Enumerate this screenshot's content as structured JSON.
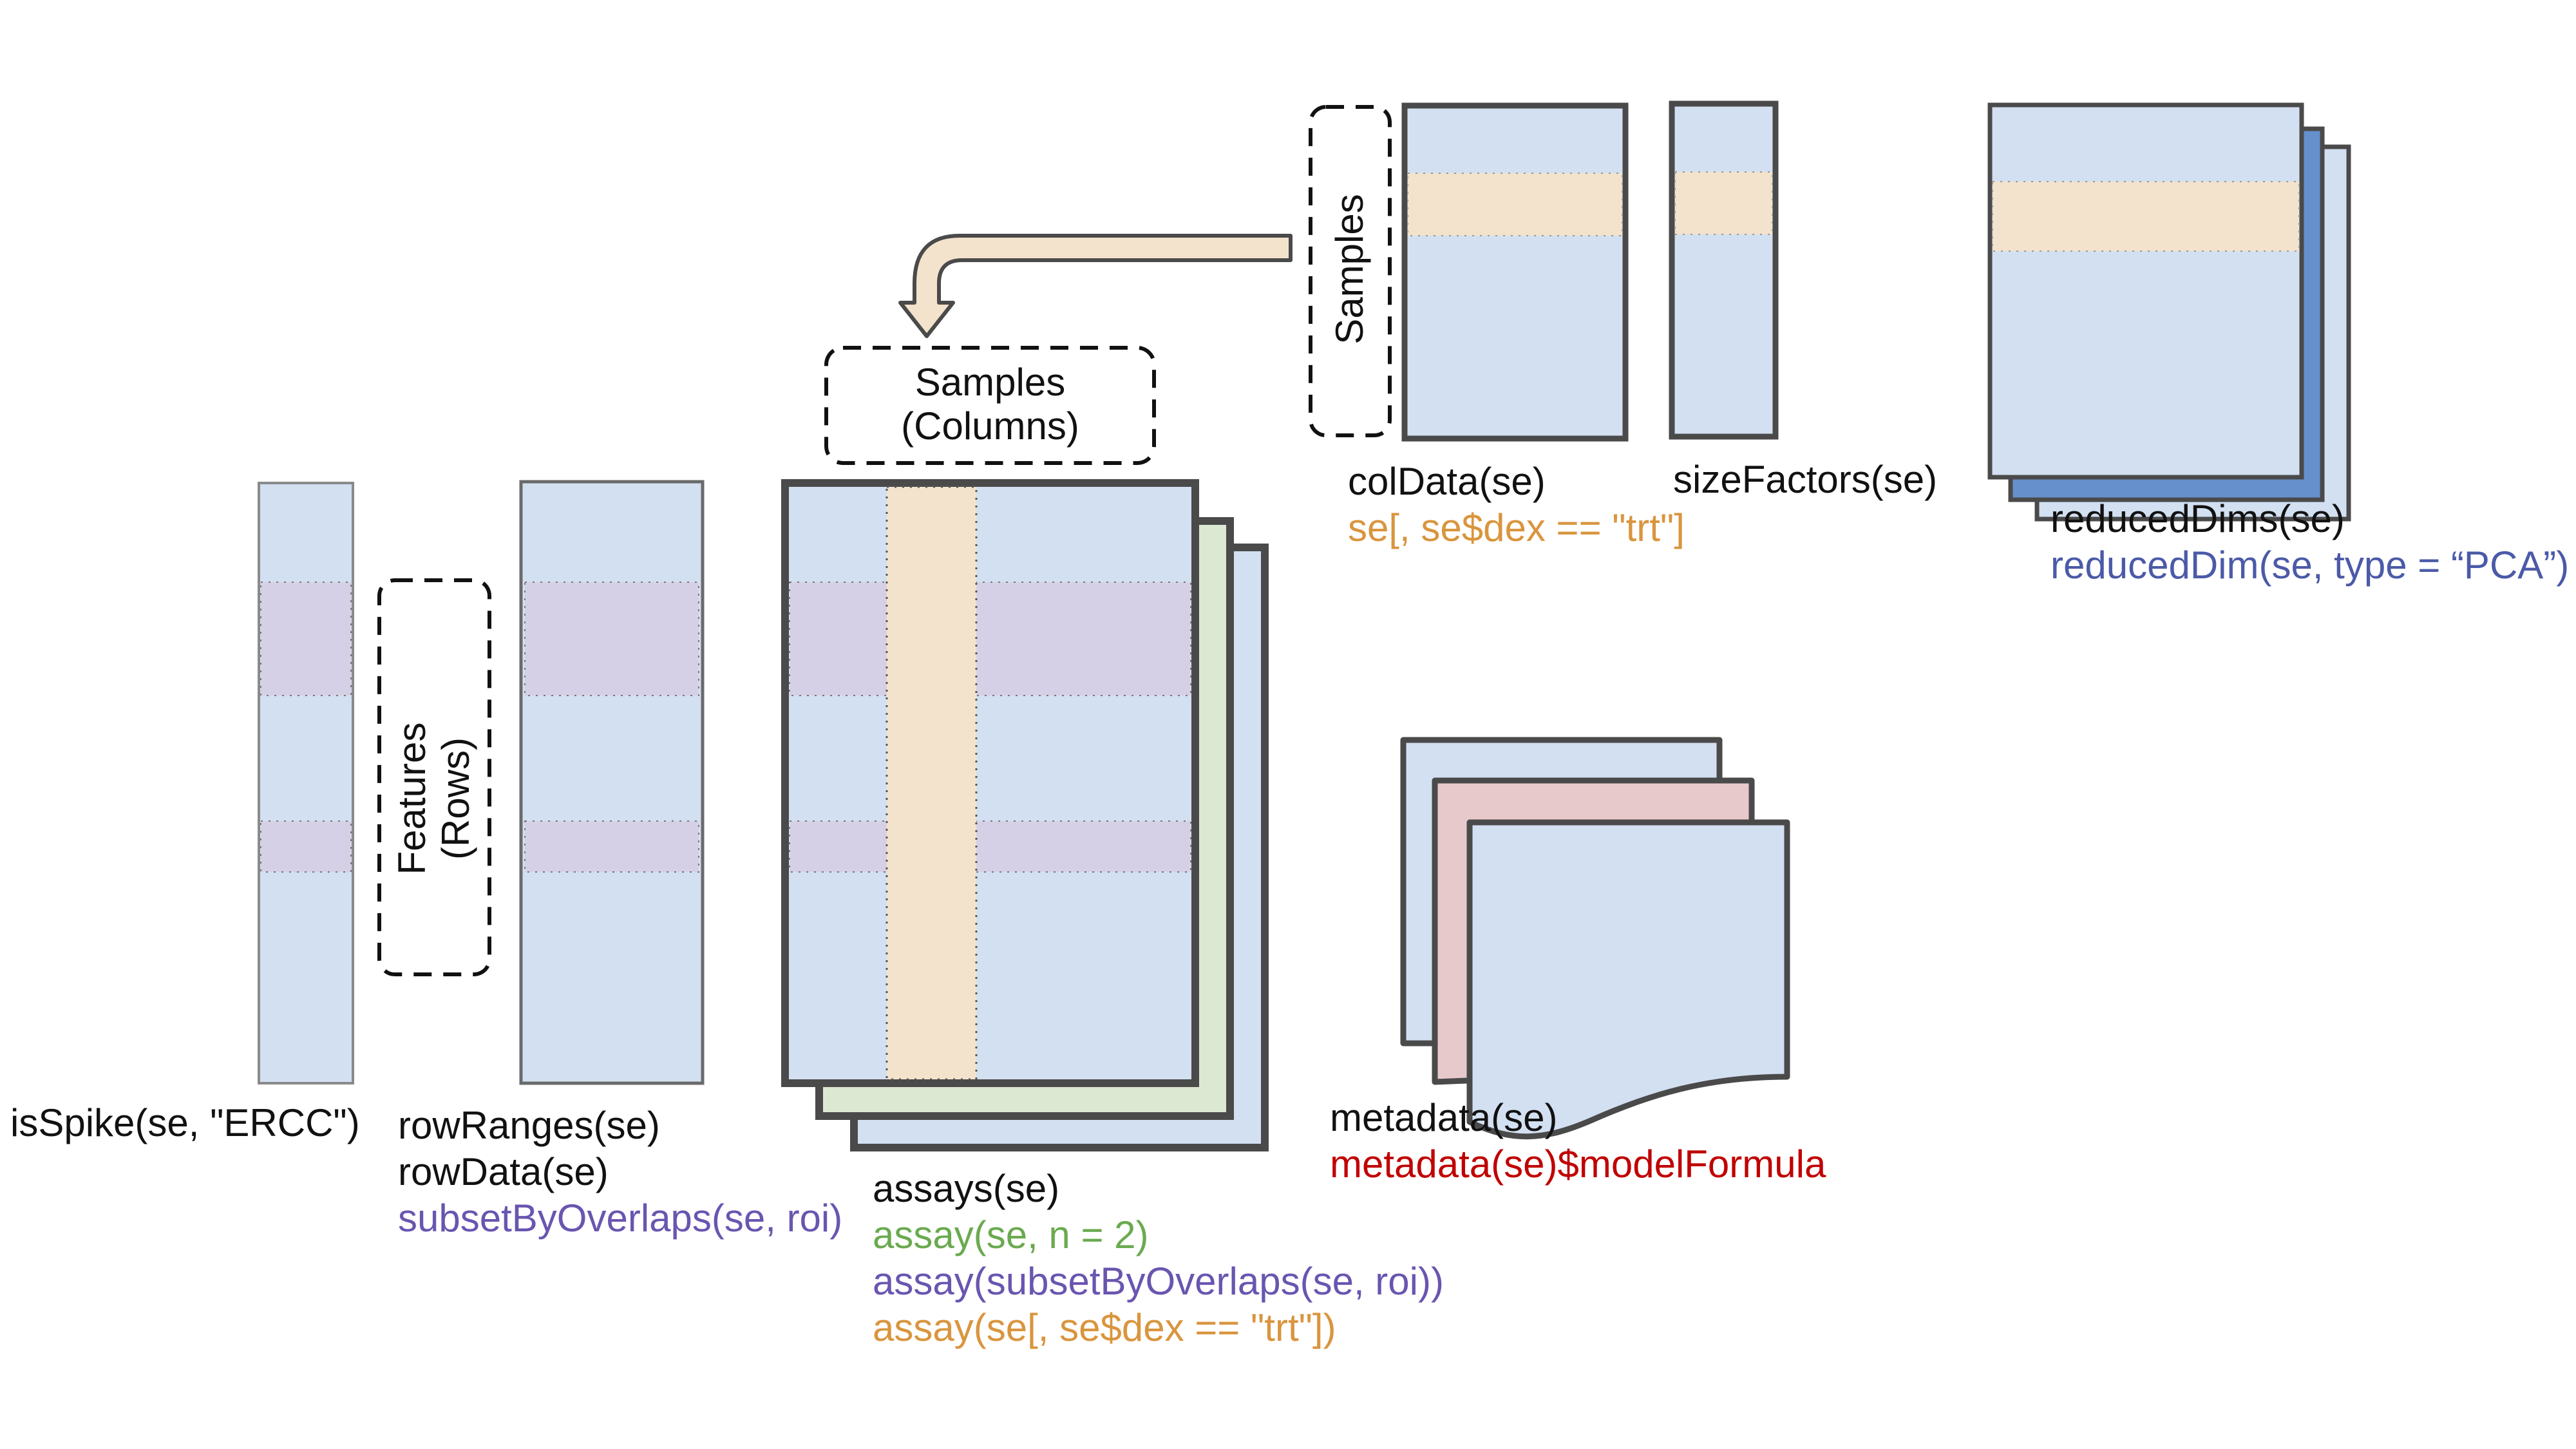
{
  "colors": {
    "matrix_fill": "#d3e0f1",
    "row_band": "#d6d0e6",
    "col_band": "#f3e2cc",
    "assay2_fill": "#dde8d3",
    "reduced_mid": "#6590cc",
    "metadata_pink": "#e8c9cb",
    "border": "#4a4a4a",
    "black_text": "#111111",
    "green_text": "#6aaa4f",
    "purple_text": "#6a55b0",
    "orange_text": "#d9953e",
    "red_text": "#c00000",
    "blue_text": "#4b5aa8"
  },
  "labels": {
    "features_box": [
      "Features",
      "(Rows)"
    ],
    "samples_columns_box": [
      "Samples",
      "(Columns)"
    ],
    "samples_vertical": "Samples"
  },
  "components": {
    "isSpike": {
      "lines": [
        {
          "text": "isSpike(se, \"ERCC\")",
          "color": "black"
        }
      ]
    },
    "rowData": {
      "lines": [
        {
          "text": "rowRanges(se)",
          "color": "black"
        },
        {
          "text": "rowData(se)",
          "color": "black"
        },
        {
          "text": "subsetByOverlaps(se, roi)",
          "color": "purple"
        }
      ]
    },
    "assays": {
      "lines": [
        {
          "text": "assays(se)",
          "color": "black"
        },
        {
          "text": "assay(se, n = 2)",
          "color": "green"
        },
        {
          "text": "assay(subsetByOverlaps(se, roi))",
          "color": "purple"
        },
        {
          "text": "assay(se[, se$dex == \"trt\"])",
          "color": "orange"
        }
      ]
    },
    "colData": {
      "lines": [
        {
          "text": "colData(se)",
          "color": "black"
        },
        {
          "text": "se[, se$dex == \"trt\"]",
          "color": "orange"
        }
      ]
    },
    "sizeFactors": {
      "lines": [
        {
          "text": "sizeFactors(se)",
          "color": "black"
        }
      ]
    },
    "reducedDims": {
      "lines": [
        {
          "text": "reducedDims(se)",
          "color": "black"
        },
        {
          "text": "reducedDim(se, type = “PCA”)",
          "color": "blue"
        }
      ]
    },
    "metadata": {
      "lines": [
        {
          "text": "metadata(se)",
          "color": "black"
        },
        {
          "text": "metadata(se)$modelFormula",
          "color": "red"
        }
      ]
    }
  }
}
